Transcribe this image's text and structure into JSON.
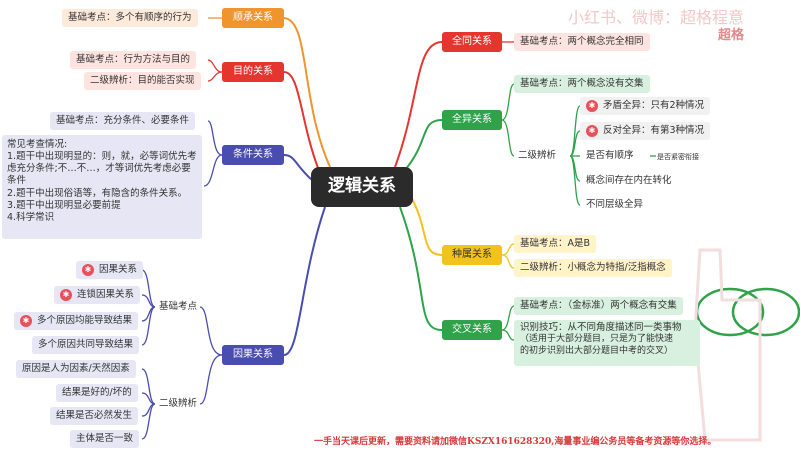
{
  "watermark": {
    "top": "小红书、微博：超格程意",
    "brand": "超格"
  },
  "center": "逻辑关系",
  "left": {
    "shuncheng": {
      "label": "顺承关系",
      "leaf": "基础考点：多个有顺序的行为"
    },
    "mude": {
      "label": "目的关系",
      "leaf1": "基础考点：行为方法与目的",
      "leaf2": "二级辨析：目的能否实现"
    },
    "tiaojian": {
      "label": "条件关系",
      "leaf": "基础考点：充分条件、必要条件",
      "box": [
        "常见考查情况:",
        "1.题干中出现明显的：则，就，必等词优先考虑充分条件;不…不…，才等词优先考虑必要条件",
        "2.题干中出现俗语等，有隐含的条件关系。",
        "3.题干中出现明显必要前提",
        "4.科学常识"
      ]
    },
    "yinguo": {
      "label": "因果关系",
      "sub1": "基础考点",
      "sub2": "二级辨析",
      "items1": [
        "因果关系",
        "连锁因果关系",
        "多个原因均能导致结果",
        "多个原因共同导致结果"
      ],
      "items2": [
        "原因是人为因素/天然因素",
        "结果是好的/坏的",
        "结果是否必然发生",
        "主体是否一致"
      ]
    }
  },
  "right": {
    "quantong": {
      "label": "全同关系",
      "leaf": "基础考点：两个概念完全相同"
    },
    "quanyi": {
      "label": "全异关系",
      "leaf": "基础考点：两个概念没有交集",
      "sub": "二级辨析",
      "items": [
        "矛盾全异：只有2种情况",
        "反对全异：有第3种情况",
        "是否有顺序",
        "概念间存在内在转化",
        "不同层级全异"
      ],
      "tiny": "是否紧密衔接"
    },
    "zhongshu": {
      "label": "种属关系",
      "leaf1": "基础考点：A是B",
      "leaf2": "二级辨析：小概念为特指/泛指概念"
    },
    "jiaocha": {
      "label": "交叉关系",
      "leaf1": "基础考点：（金标准）两个概念有交集",
      "leaf2": [
        "识别技巧：从不同角度描述同一类事物",
        "（适用于大部分题目，只是为了能快速",
        "的初步识别出大部分题目中考的交叉）"
      ]
    }
  },
  "footer": "一手当天课后更新，需要资料请加微信KSZX161628320,海量事业编公务员等备考资源等你选择。",
  "colors": {
    "orange": "#f0952e",
    "red": "#e4362f",
    "purple": "#4a4db0",
    "yellow": "#f2c31c",
    "green": "#2fa24a",
    "dark": "#2b2b2b"
  }
}
